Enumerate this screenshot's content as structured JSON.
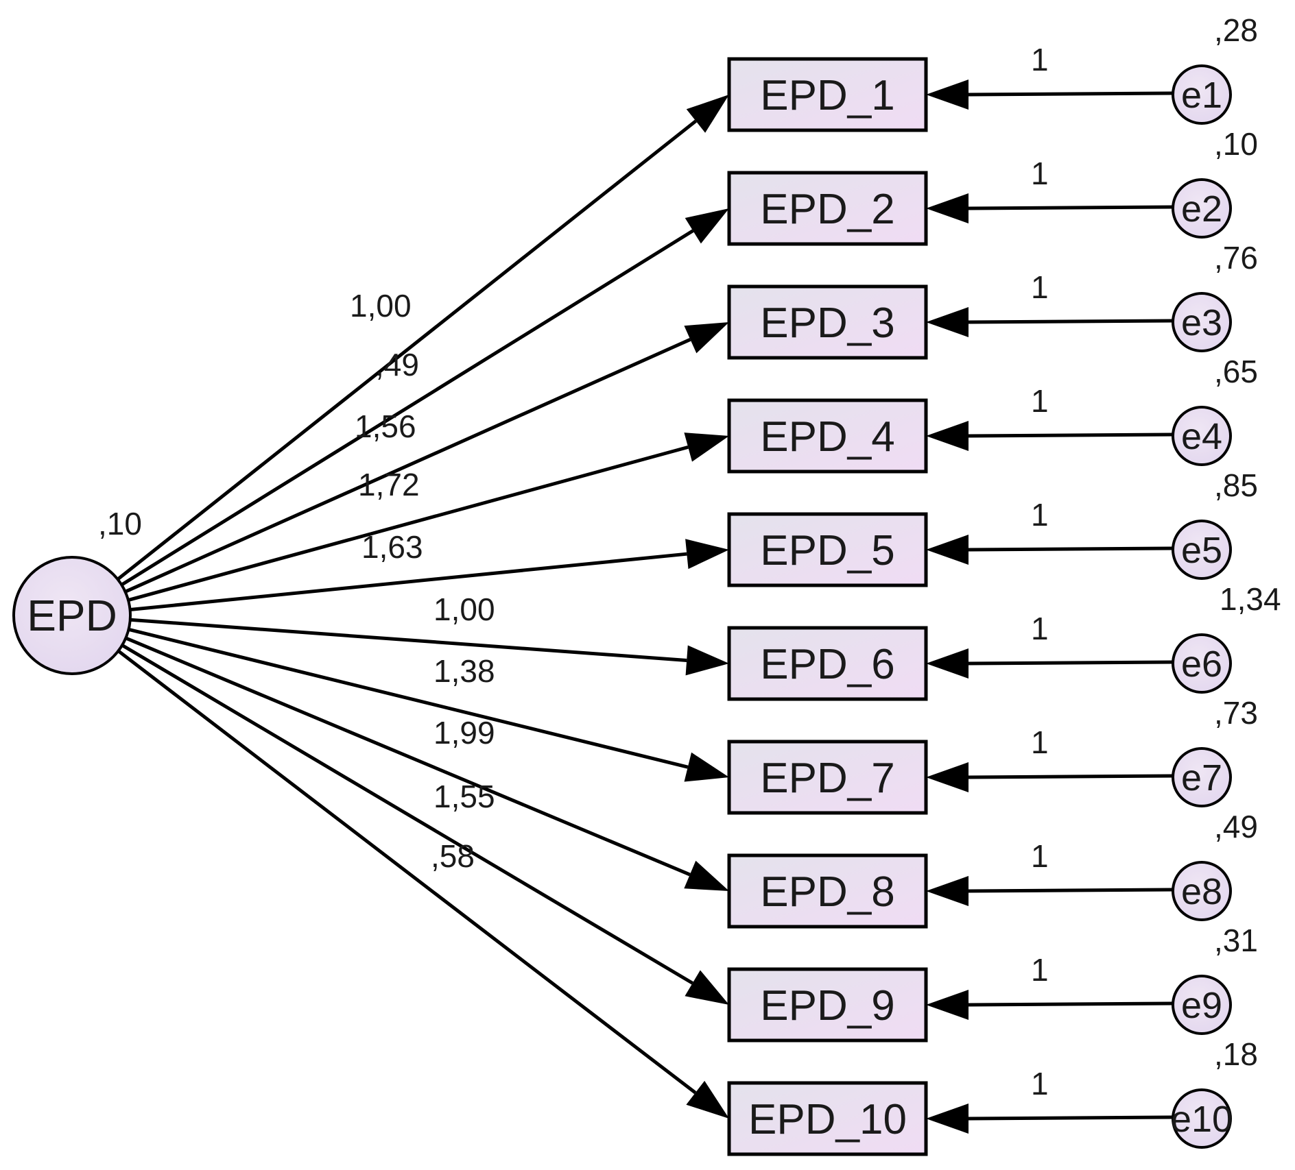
{
  "latent": {
    "name": "EPD",
    "variance": ",10"
  },
  "indicators": [
    {
      "name": "EPD_1",
      "loading": "1,00",
      "error": "e1",
      "error_variance": ",28",
      "error_path": "1"
    },
    {
      "name": "EPD_2",
      "loading": ",49",
      "error": "e2",
      "error_variance": ",10",
      "error_path": "1"
    },
    {
      "name": "EPD_3",
      "loading": "1,56",
      "error": "e3",
      "error_variance": ",76",
      "error_path": "1"
    },
    {
      "name": "EPD_4",
      "loading": "1,72",
      "error": "e4",
      "error_variance": ",65",
      "error_path": "1"
    },
    {
      "name": "EPD_5",
      "loading": "1,63",
      "error": "e5",
      "error_variance": ",85",
      "error_path": "1"
    },
    {
      "name": "EPD_6",
      "loading": "1,00",
      "error": "e6",
      "error_variance": "1,34",
      "error_path": "1"
    },
    {
      "name": "EPD_7",
      "loading": "1,38",
      "error": "e7",
      "error_variance": ",73",
      "error_path": "1"
    },
    {
      "name": "EPD_8",
      "loading": "1,99",
      "error": "e8",
      "error_variance": ",49",
      "error_path": "1"
    },
    {
      "name": "EPD_9",
      "loading": "1,55",
      "error": "e9",
      "error_variance": ",31",
      "error_path": "1"
    },
    {
      "name": "EPD_10",
      "loading": ",58",
      "error": "e10",
      "error_variance": ",18",
      "error_path": "1"
    }
  ],
  "colors": {
    "node_fill_top": "#e6e0f0",
    "node_fill_bottom": "#f0def3",
    "stroke": "#000000",
    "text": "#1a1a1a"
  }
}
